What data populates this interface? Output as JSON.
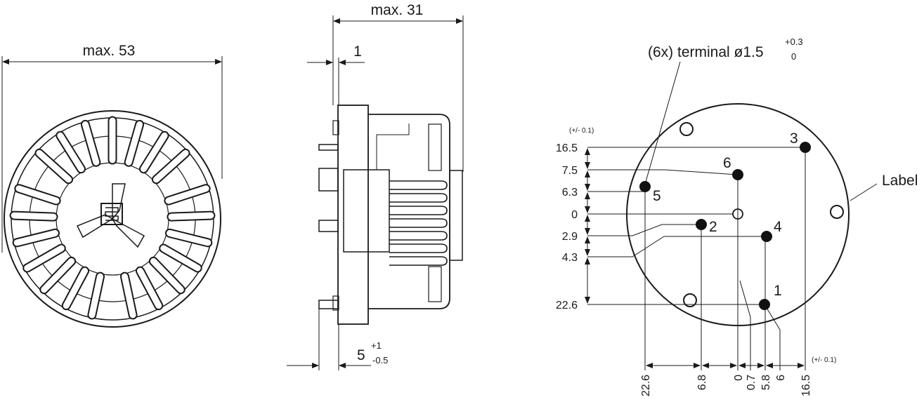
{
  "front_view": {
    "width_label": "max. 53"
  },
  "side_view": {
    "width_label": "max. 31",
    "flange_label": "1",
    "pin_length_label": "5",
    "pin_tol_plus": "+1",
    "pin_tol_minus": "-0.5"
  },
  "pin_layout": {
    "terminal_label": "(6x) terminal ø1.5",
    "terminal_tol_plus": "+0.3",
    "terminal_tol_minus": "0",
    "tolerance_y": "(+/- 0.1)",
    "tolerance_x": "(+/- 0.1)",
    "label_callout": "Label",
    "y_ticks": [
      "16.5",
      "7.5",
      "6.3",
      "0",
      "2.9",
      "4.3",
      "22.6"
    ],
    "x_ticks": [
      "22.6",
      "6.8",
      "0",
      "0.7",
      "5.8",
      "6",
      "16.5"
    ],
    "pin_numbers": [
      "1",
      "2",
      "3",
      "4",
      "5",
      "6"
    ]
  }
}
